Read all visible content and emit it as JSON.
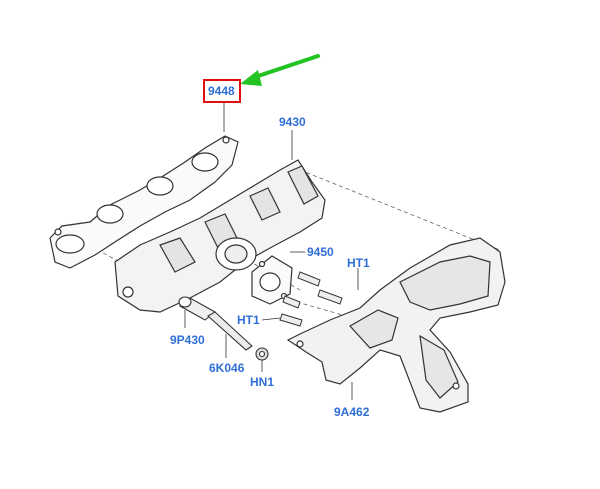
{
  "labels": {
    "p9448": "9448",
    "p9430": "9430",
    "p9450": "9450",
    "ht1_right": "HT1",
    "ht1_left": "HT1",
    "p9p430": "9P430",
    "p6k046": "6K046",
    "hn1": "HN1",
    "p9a462": "9A462"
  },
  "colors": {
    "label": "#2f6fd6",
    "highlight": "#e01010",
    "arrow": "#22c322",
    "line": "#333333"
  },
  "highlighted_part": "9448"
}
